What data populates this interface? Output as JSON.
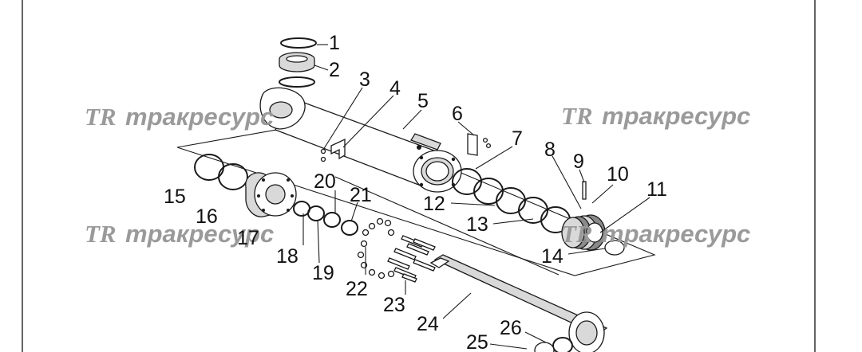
{
  "watermark": {
    "logo": "TR",
    "text": "тракресурс"
  },
  "labels": [
    "1",
    "2",
    "3",
    "4",
    "5",
    "6",
    "7",
    "8",
    "9",
    "10",
    "11",
    "12",
    "13",
    "14",
    "15",
    "16",
    "17",
    "18",
    "19",
    "20",
    "21",
    "22",
    "23",
    "24",
    "25",
    "26"
  ]
}
